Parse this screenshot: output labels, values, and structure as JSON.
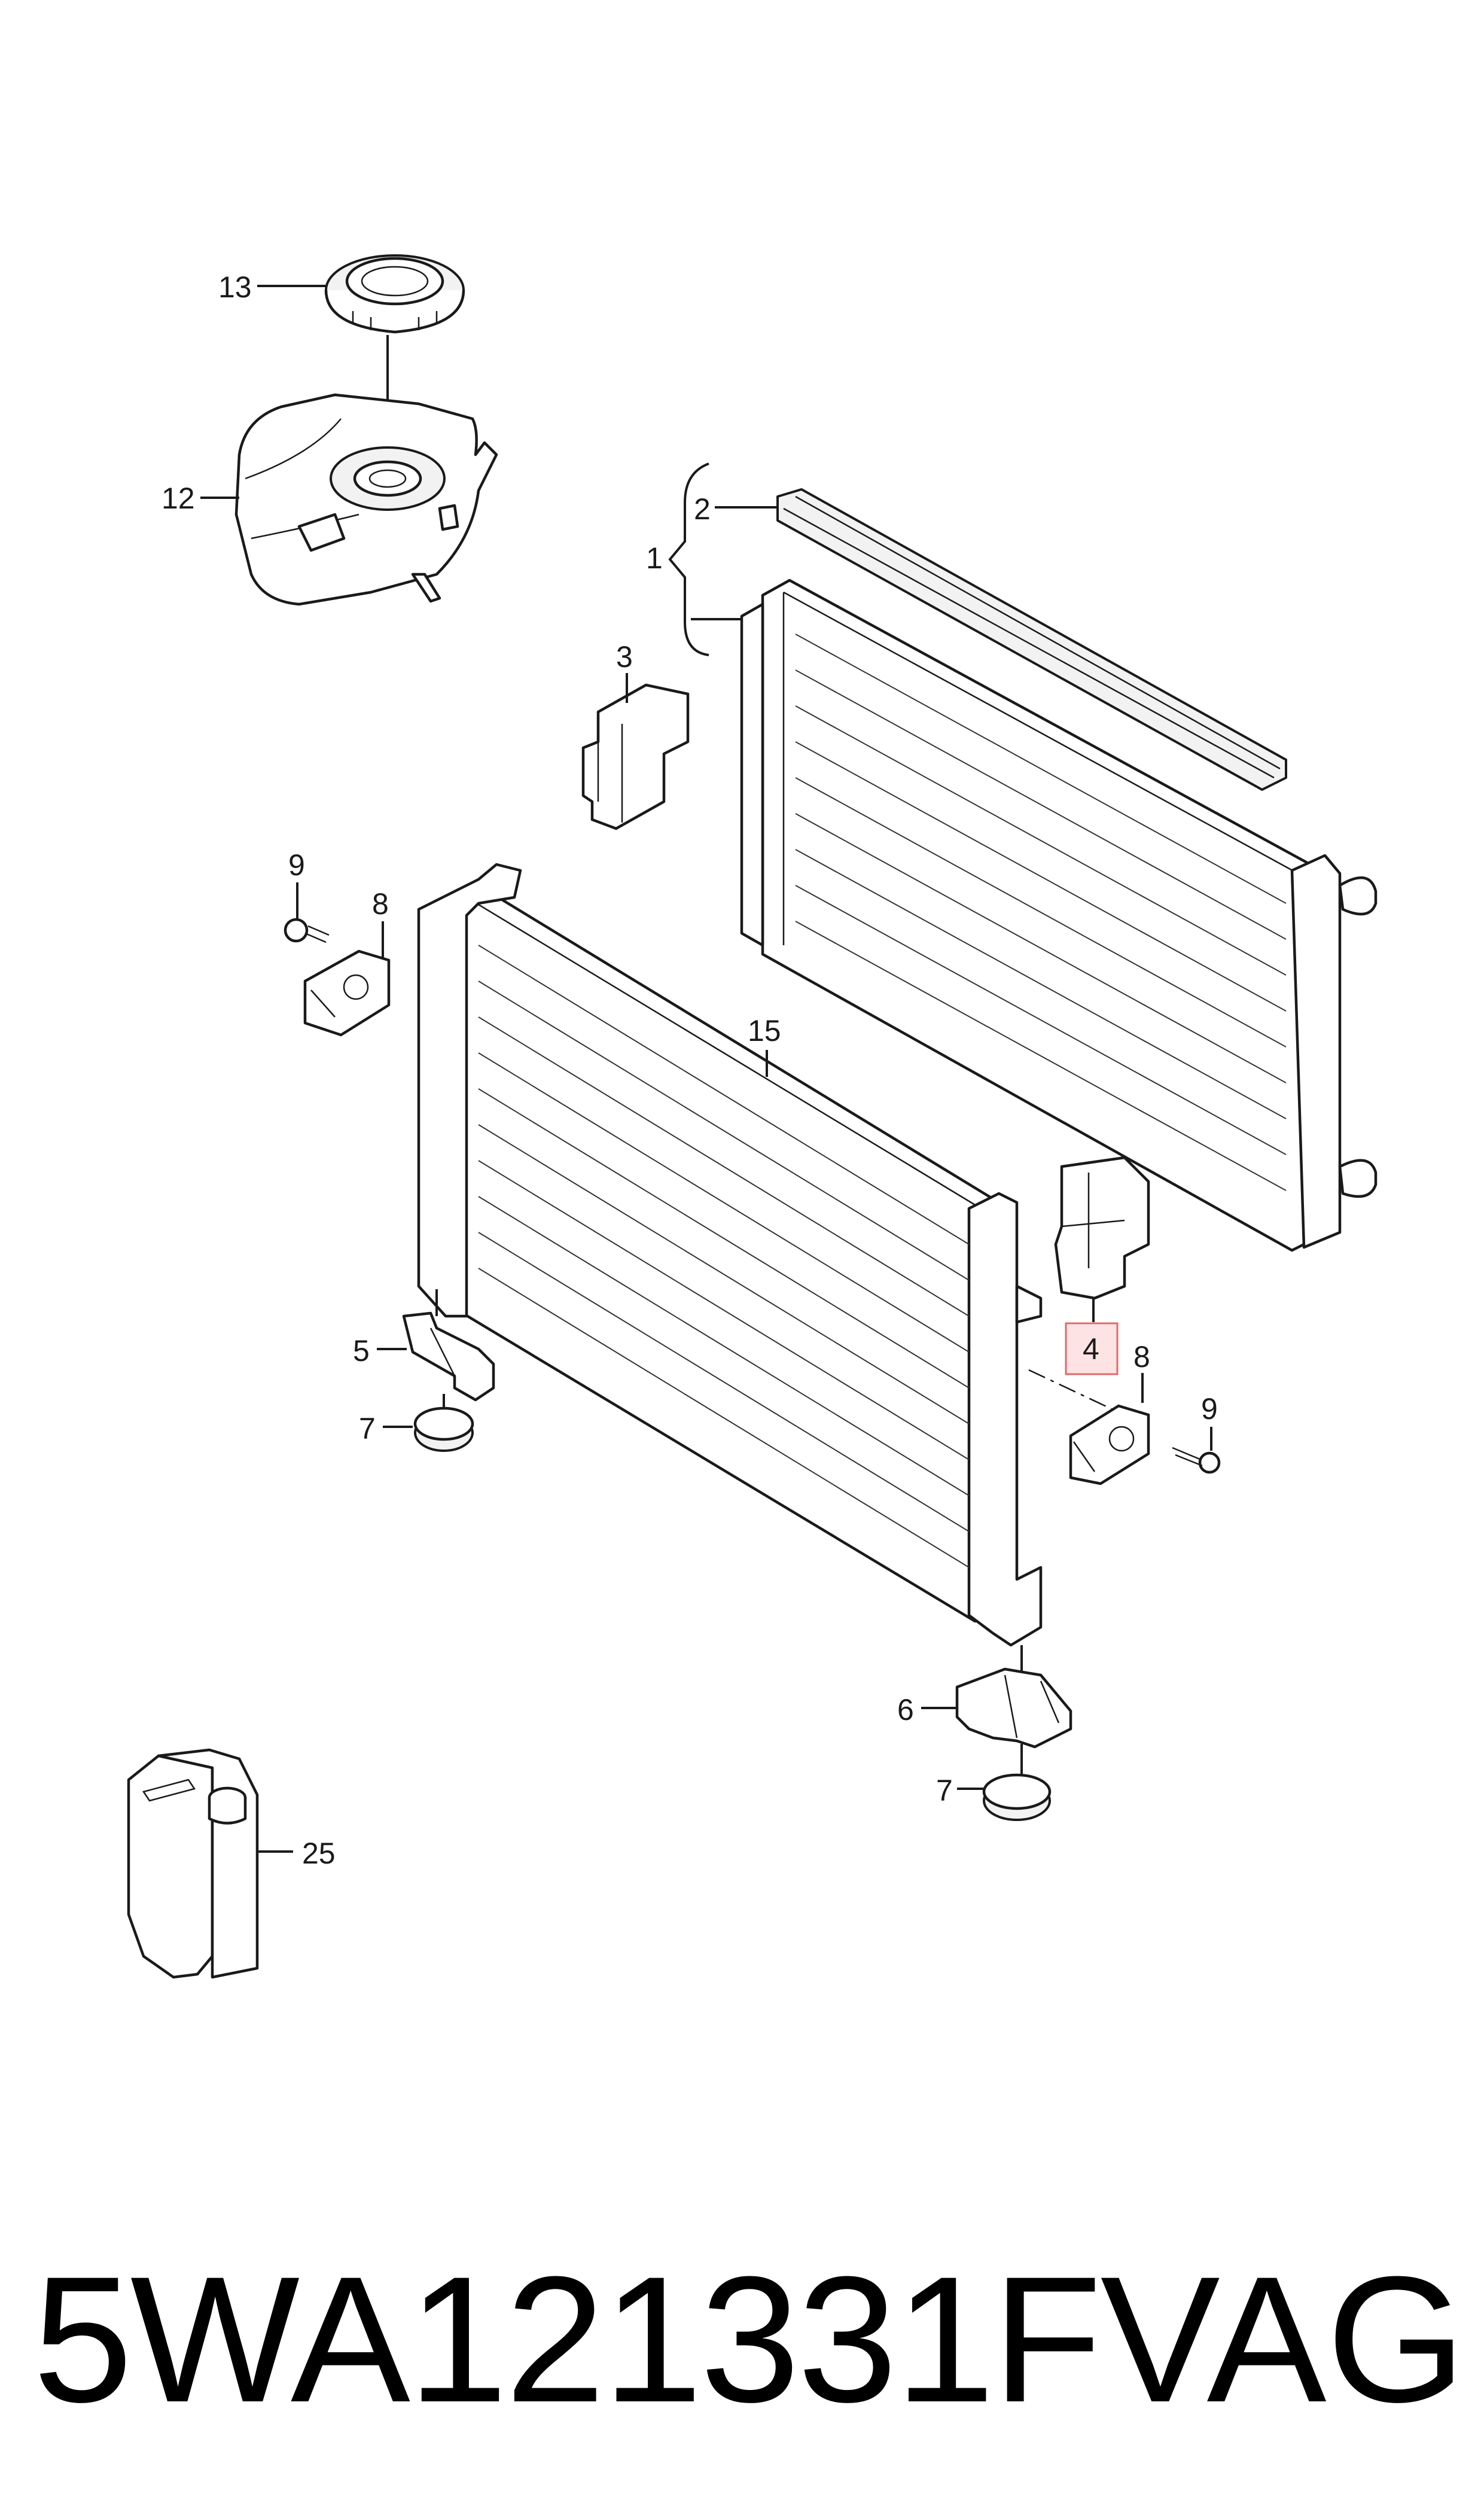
{
  "labels": {
    "l13": "13",
    "l12": "12",
    "l2": "2",
    "l1": "1",
    "l3": "3",
    "l9a": "9",
    "l8a": "8",
    "l15": "15",
    "l4": "4",
    "l8b": "8",
    "l9b": "9",
    "l5": "5",
    "l7a": "7",
    "l6": "6",
    "l7b": "7",
    "l25": "25"
  },
  "highlight_color": "#fde3e3",
  "footer": {
    "part_number": "5WA121331F",
    "brand": "VAG"
  }
}
